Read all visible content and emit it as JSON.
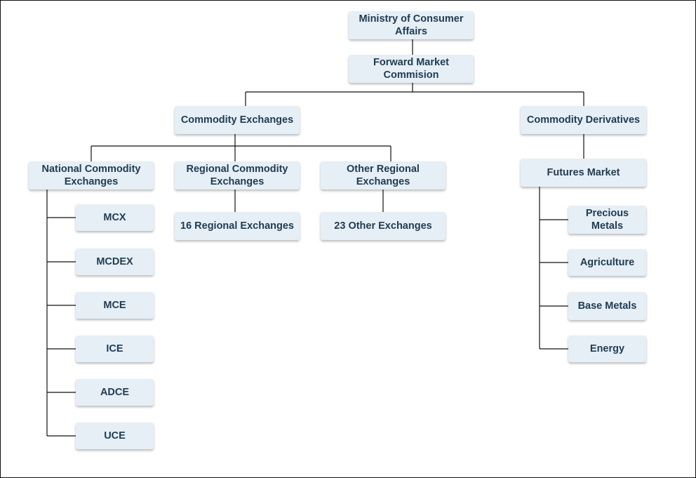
{
  "nodes": {
    "ministry": "Ministry of Consumer Affairs",
    "fmc": "Forward Market Commision",
    "commodity_exchanges": "Commodity Exchanges",
    "commodity_derivatives": "Commodity Derivatives",
    "national": "National Commodity Exchanges",
    "regional": "Regional Commodity Exchanges",
    "other_regional": "Other Regional Exchanges",
    "futures": "Futures Market",
    "regional_16": "16 Regional Exchanges",
    "other_23": "23 Other Exchanges",
    "national_children": [
      "MCX",
      "MCDEX",
      "MCE",
      "ICE",
      "ADCE",
      "UCE"
    ],
    "futures_children": [
      "Precious Metals",
      "Agriculture",
      "Base Metals",
      "Energy"
    ]
  }
}
